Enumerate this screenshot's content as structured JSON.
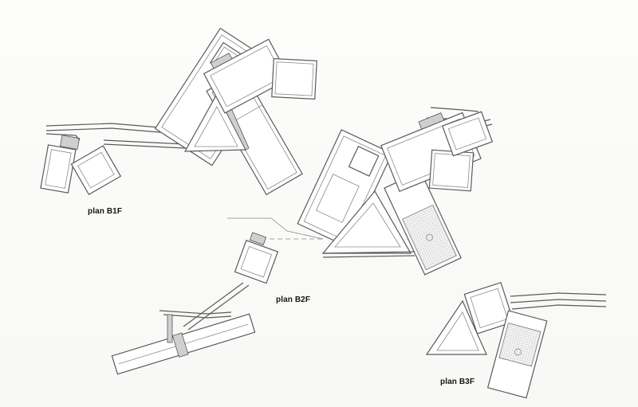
{
  "labels": {
    "b1f": "plan B1F",
    "b2f": "plan B2F",
    "b3f": "plan B3F"
  },
  "colors": {
    "paper": "#fbfbfa",
    "line": "#5a5a5a",
    "text": "#141414"
  }
}
